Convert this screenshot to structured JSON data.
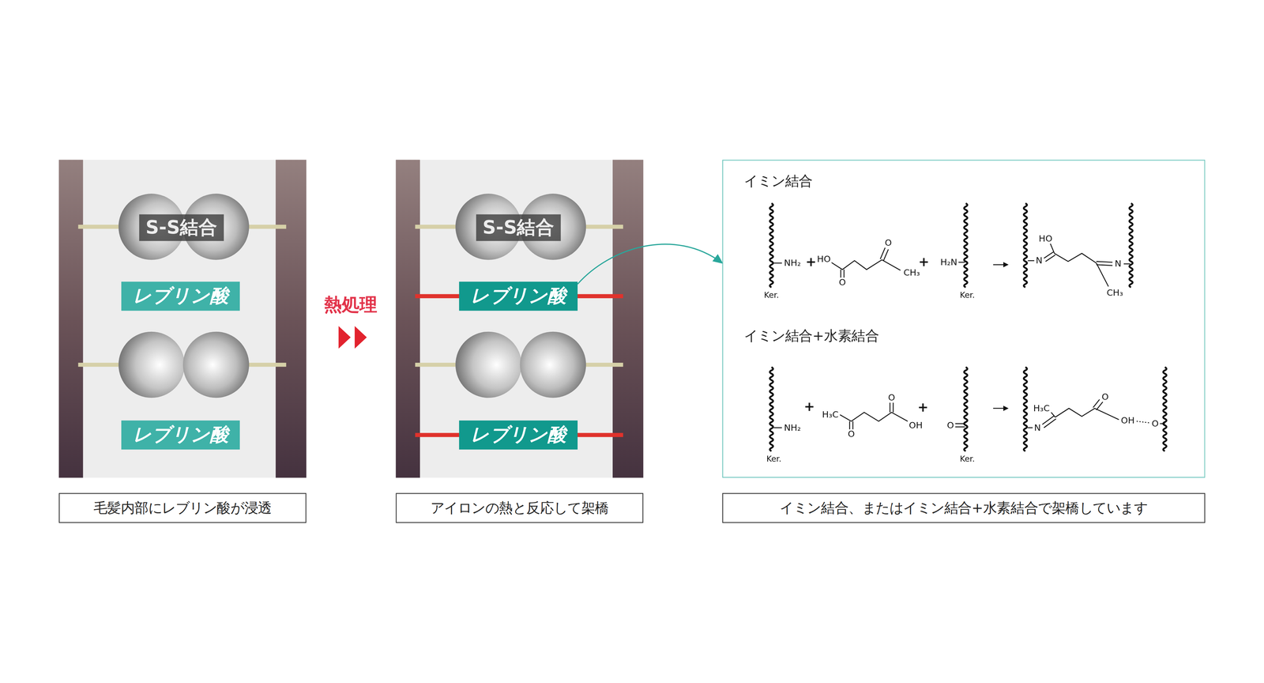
{
  "diagram": {
    "nodes": [
      {
        "text": [
          "S-S結合"
        ]
      },
      {
        "text": [
          "レブリン酸"
        ]
      },
      {
        "text": [
          "レブリン酸"
        ]
      },
      {
        "text": [
          "毛髪内部にレブリン酸が浸透"
        ]
      },
      {
        "text": [
          "S-S結合"
        ]
      },
      {
        "text": [
          "レブリン酸"
        ]
      },
      {
        "text": [
          "レブリン酸"
        ]
      },
      {
        "text": [
          "アイロンの熱と反応して架橋"
        ]
      },
      {
        "text": [
          "イミン結合",
          "イミン結合+水素結合"
        ]
      },
      {
        "text": [
          "イミン結合、またはイミン結合+水素結合で架橋しています"
        ]
      }
    ],
    "edges": [
      {
        "from": 5,
        "to": 8,
        "arrow": "to"
      }
    ],
    "labels": [
      "熱処理",
      "Ker.",
      "NH₂",
      "+",
      "HO",
      "O",
      "O",
      "CH₃",
      "+",
      "H₂N",
      "Ker.",
      "HO",
      "N",
      "N",
      "CH₃",
      "Ker.",
      "NH₂",
      "+",
      "H₃C",
      "O",
      "O",
      "OH",
      "+",
      "O",
      "Ker.",
      "H₃C",
      "N",
      "O",
      "OH",
      "O"
    ]
  }
}
